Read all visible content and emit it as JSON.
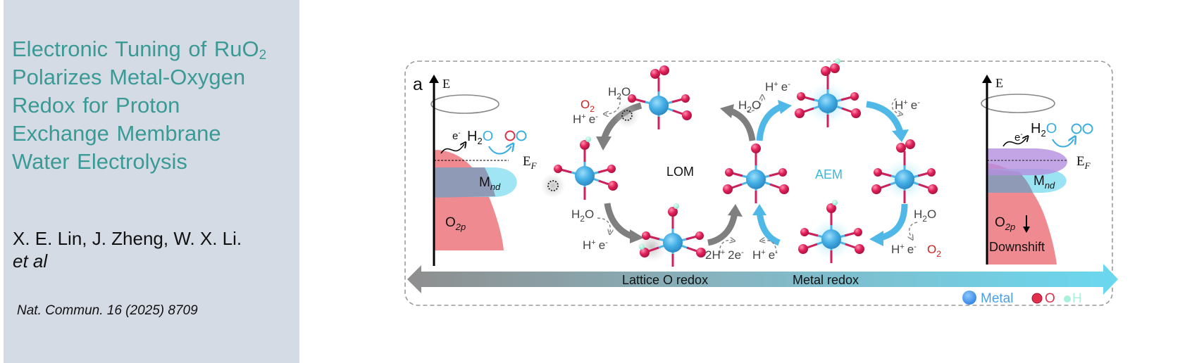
{
  "side_panel": {
    "title_lines": [
      "Electronic Tuning of RuO",
      "Polarizes Metal-Oxygen",
      "Redox for Proton",
      "Exchange Membrane",
      "Water Electrolysis"
    ],
    "title_subscript": "2",
    "authors": "X. E. Lin, J. Zheng, W. X. Li.",
    "authors_etal": "et al",
    "citation": "Nat. Commun. 16 (2025) 8709"
  },
  "figure": {
    "panel_label": "a",
    "left_band": {
      "axis_label": "E",
      "electron_label": "e",
      "electron_sup": "-",
      "reactant": "H",
      "reactant_sub": "2",
      "reactant_o": "O",
      "product": "OO",
      "fermi_label": "E",
      "fermi_sub": "F",
      "metal_band": "M",
      "metal_band_sub": "nd",
      "oxygen_band": "O",
      "oxygen_band_sub": "2p"
    },
    "right_band": {
      "axis_label": "E",
      "electron_label": "e",
      "electron_sup": "-",
      "reactant": "H",
      "reactant_sub": "2",
      "reactant_o": "O",
      "product": "OO",
      "fermi_label": "E",
      "fermi_sub": "F",
      "metal_band": "M",
      "metal_band_sub": "nd",
      "oxygen_band": "O",
      "oxygen_band_sub": "2p",
      "shift_label": "Downshift"
    },
    "lom": {
      "label": "LOM",
      "steps": [
        {
          "in": "H2O",
          "out": "H+ e-",
          "extra": "O2"
        },
        {
          "in": "H2O",
          "out": "H+ e-"
        },
        {
          "out": "2H+ 2e-"
        },
        {
          "in": "H2O"
        }
      ]
    },
    "aem": {
      "label": "AEM",
      "steps": [
        {
          "in": "H2O",
          "out": "H+ e-"
        },
        {
          "out": "H+ e-"
        },
        {
          "in": "H2O",
          "out": "H+ e-",
          "extra": "O2"
        },
        {
          "out": "H+ e-"
        }
      ]
    },
    "labels": {
      "h2o": "H",
      "h2o_sub": "2",
      "h2o_o": "O",
      "o2": "O",
      "o2_sub": "2",
      "hplus": "H",
      "plus": "+",
      "eminus": "e",
      "minus": "-",
      "two_h": "2H",
      "two_e": "2e"
    },
    "arrow": {
      "left_label": "Lattice O redox",
      "right_label": "Metal redox"
    },
    "legend": [
      {
        "label": "Metal",
        "color": "#4aa0e8"
      },
      {
        "label": "O",
        "color": "#e0304a"
      },
      {
        "label": "H",
        "color": "#8fe8d8"
      }
    ],
    "colors": {
      "oxygen_band": "#ee8a90",
      "metal_band": "#7fdcef",
      "overlap": "#8f9bb6",
      "purple_band": "#b48ee0",
      "lom_arrow": "#7f7f7f",
      "aem_arrow": "#4fb8e6",
      "atom_o": "#e0215a",
      "atom_metal": "#4ab6e8",
      "atom_h": "#a8f0dc",
      "o2_text": "#d02020",
      "product_blue": "#3aaee0",
      "product_red": "#e0304a"
    }
  }
}
